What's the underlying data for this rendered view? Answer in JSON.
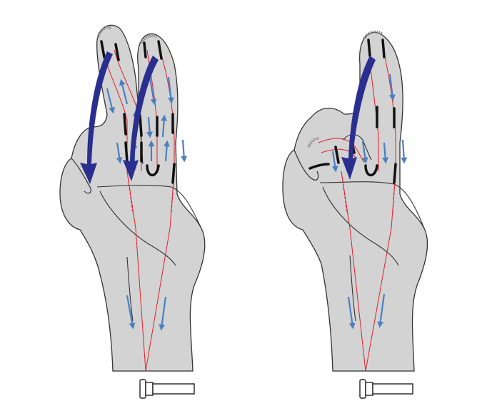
{
  "colors": {
    "background": "#ffffff",
    "hand_fill": "#d3d3d3",
    "hand_outline": "#333333",
    "tendon_line": "#e0202a",
    "small_arrow": "#4a7fc1",
    "large_arrow": "#2a2f8f",
    "marker": "#111111",
    "nail_dots": "#888888",
    "camera_body": "#ffffff",
    "camera_outline": "#222222"
  },
  "panels": [
    {
      "panel_name": "left-hand-panel",
      "large_arrow_count": 2,
      "small_arrow_count": 14,
      "icons": [
        "hand-outline-icon",
        "camera-icon"
      ]
    },
    {
      "panel_name": "right-hand-panel",
      "large_arrow_count": 1,
      "small_arrow_count": 7,
      "icons": [
        "hand-outline-icon",
        "camera-icon"
      ]
    }
  ]
}
